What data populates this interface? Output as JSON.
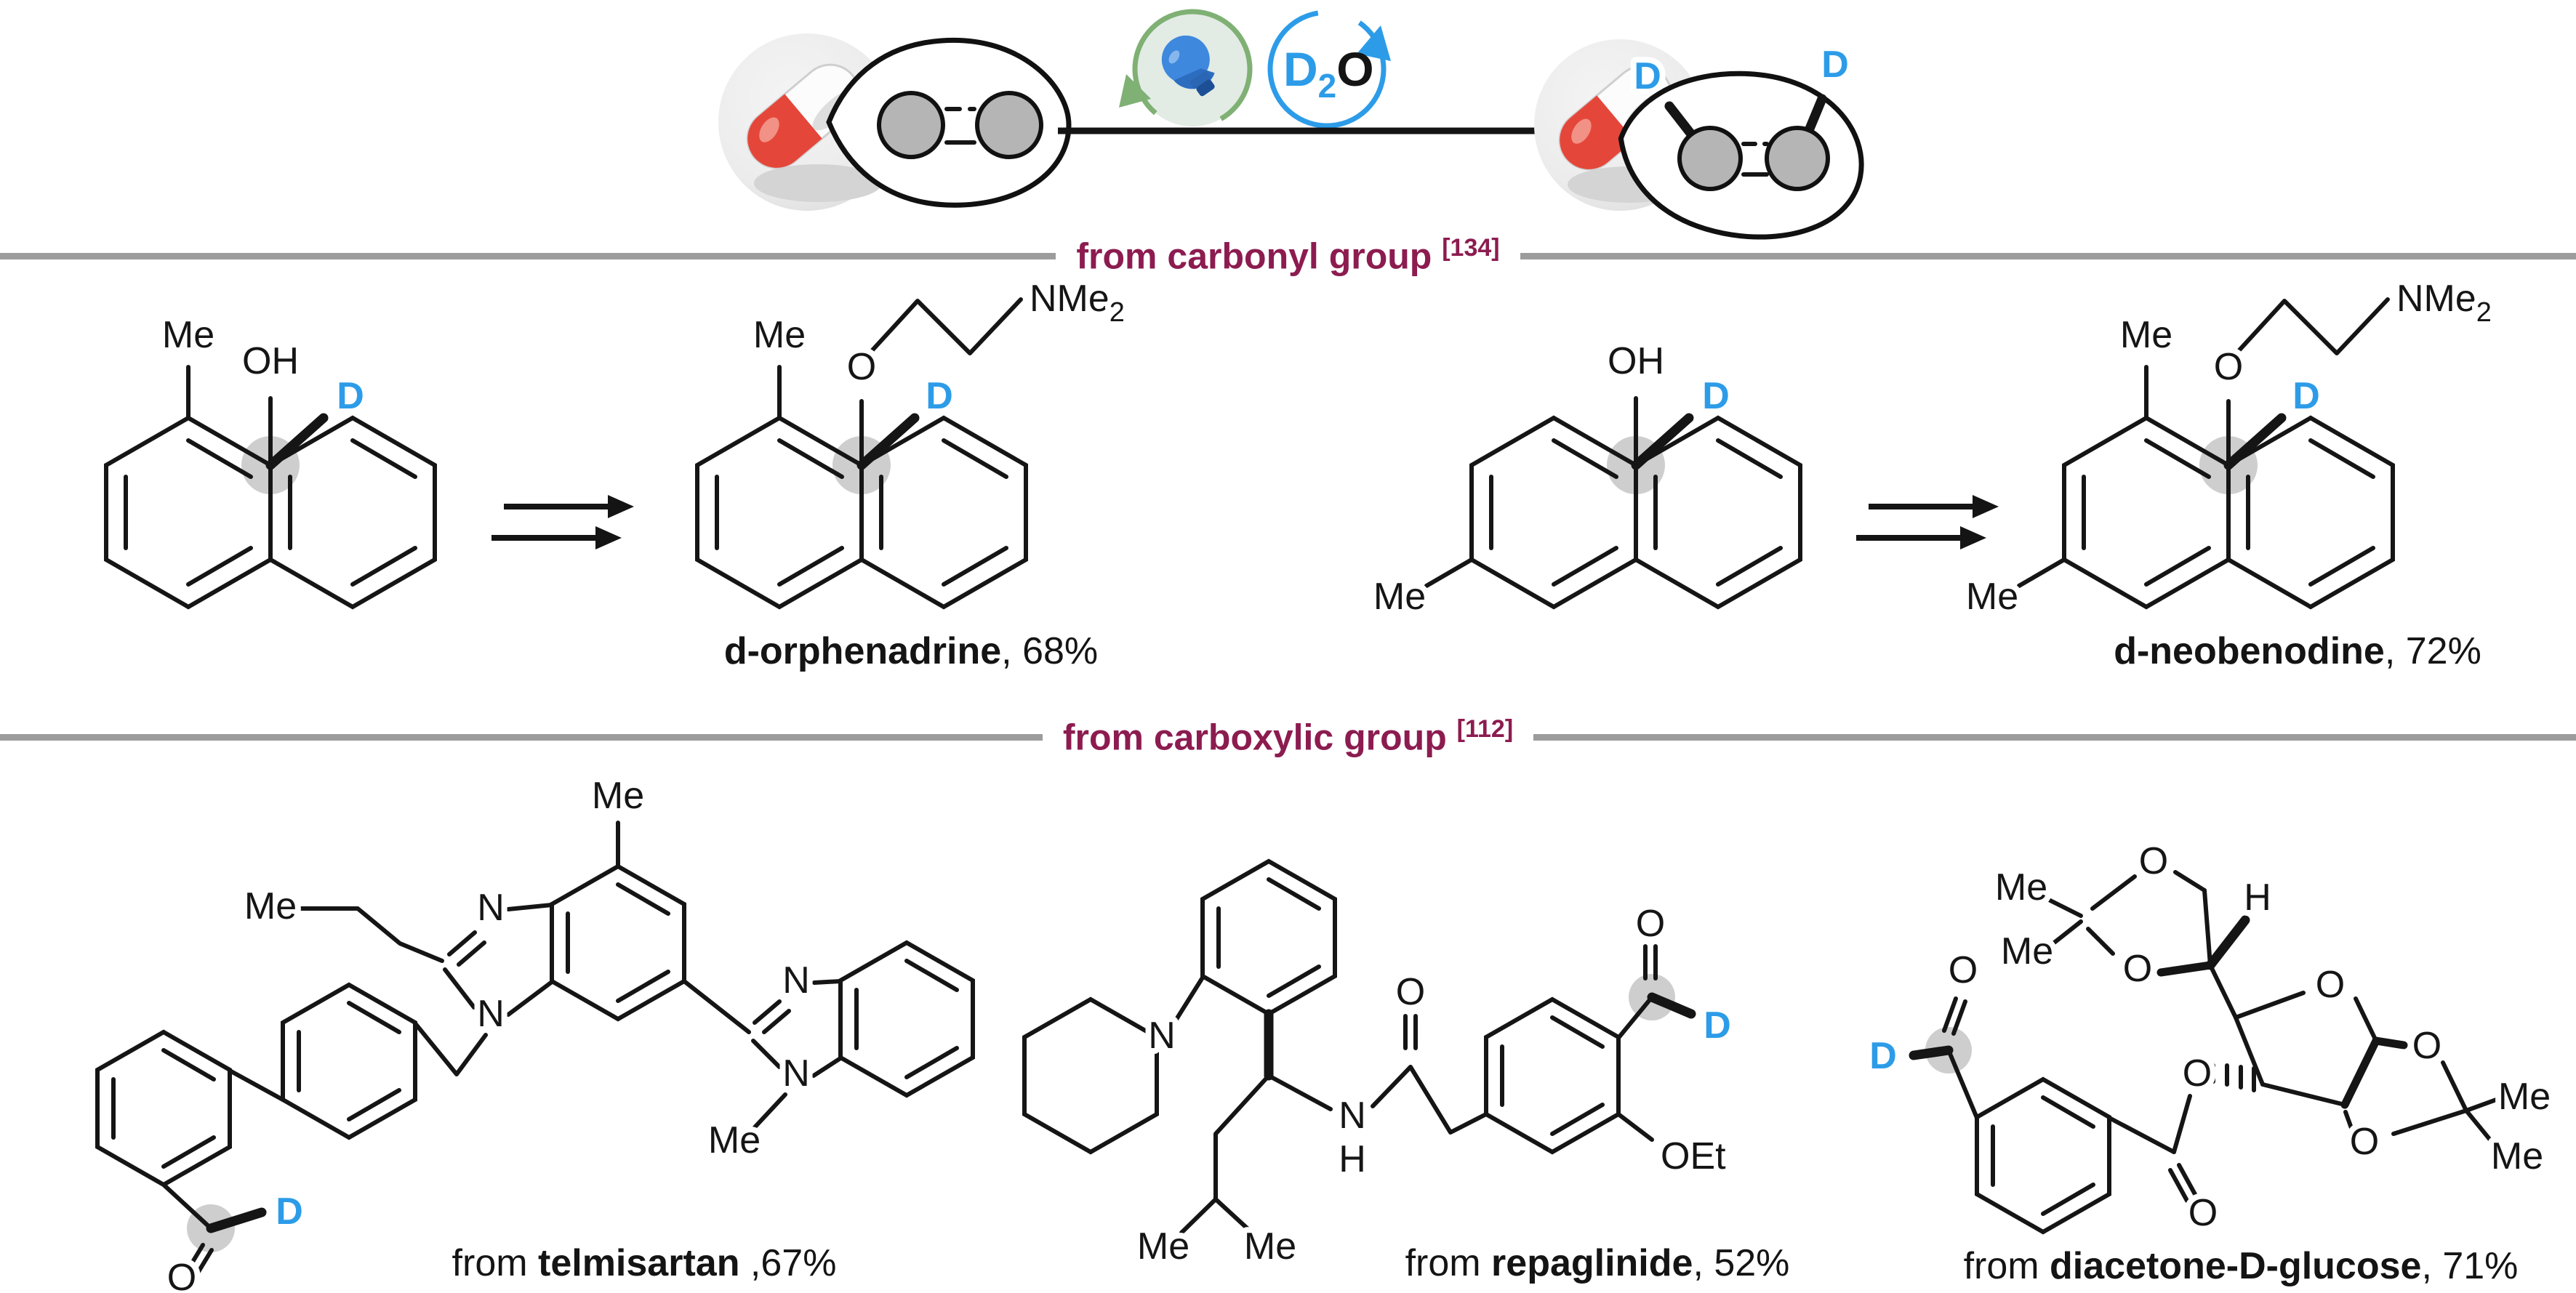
{
  "figure": {
    "type": "chemical reaction scheme",
    "topic": "photochemical deuteration of drug molecules with D2O"
  },
  "colors": {
    "deuterium_blue": "#2D9CE8",
    "section_maroon": "#8C1C50",
    "divider_gray": "#9C9C9C",
    "bond_black": "#151515",
    "highlight_gray": "#C6C6C6",
    "pill_red": "#E4473A",
    "icon_green": "#7FB074",
    "bulb_blue": "#3E88DE"
  },
  "top_scheme": {
    "d2o": {
      "d": "D",
      "sub": "2",
      "o": "O"
    },
    "product_deuterium_left": "D",
    "product_deuterium_right": "D"
  },
  "sections": {
    "carbonyl": {
      "title": "from carbonyl group",
      "ref": "[134]"
    },
    "carboxylic": {
      "title": "from carboxylic group",
      "ref": "[112]"
    }
  },
  "atom_labels": {
    "me": "Me",
    "oh": "OH",
    "d": "D",
    "o": "O",
    "n": "N",
    "h": "H",
    "nme": "NMe",
    "two": "2",
    "oet": "OEt"
  },
  "captions": {
    "orphenadrine": {
      "prefix": "",
      "name": "d-orphenadrine",
      "suffix": ", 68%"
    },
    "neobenodine": {
      "prefix": "",
      "name": "d-neobenodine",
      "suffix": ", 72%"
    },
    "telmisartan": {
      "prefix": "from ",
      "name": "telmisartan",
      "suffix": " ,67%"
    },
    "repaglinide": {
      "prefix": "from ",
      "name": "repaglinide",
      "suffix": ", 52%"
    },
    "glucose": {
      "prefix": "from ",
      "name": "diacetone-D-glucose",
      "suffix": ", 71%"
    }
  }
}
